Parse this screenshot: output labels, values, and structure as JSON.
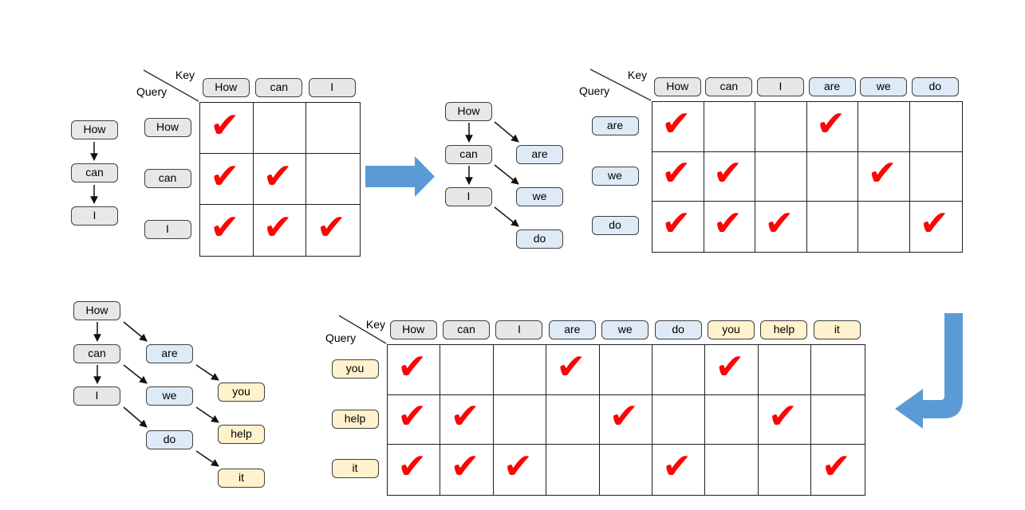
{
  "glyphs": {
    "check": "✔"
  },
  "colors": {
    "prompt_token_fill": "#E8E7E7",
    "step1_token_fill": "#DEEBF7",
    "step2_token_fill": "#FFF2CC",
    "token_border": "#3F3F3F",
    "check_red": "#FB0505",
    "flow_arrow_blue": "#5B9BD5",
    "grid_line": "#1F1F1F"
  },
  "axis": {
    "key": "Key",
    "query": "Query"
  },
  "tokens": {
    "how": "How",
    "can": "can",
    "i": "I",
    "are": "are",
    "we": "we",
    "do": "do",
    "you": "you",
    "help": "help",
    "it": "it"
  },
  "matrices": [
    {
      "name": "prompt-self-attention",
      "keys": [
        {
          "label": "How",
          "color": "gray"
        },
        {
          "label": "can",
          "color": "gray"
        },
        {
          "label": "I",
          "color": "gray"
        }
      ],
      "queries": [
        {
          "label": "How",
          "color": "gray"
        },
        {
          "label": "can",
          "color": "gray"
        },
        {
          "label": "I",
          "color": "gray"
        }
      ],
      "checks": [
        [
          1,
          0,
          0
        ],
        [
          1,
          1,
          0
        ],
        [
          1,
          1,
          1
        ]
      ]
    },
    {
      "name": "step1-attention",
      "keys": [
        {
          "label": "How",
          "color": "gray"
        },
        {
          "label": "can",
          "color": "gray"
        },
        {
          "label": "I",
          "color": "gray"
        },
        {
          "label": "are",
          "color": "blue"
        },
        {
          "label": "we",
          "color": "blue"
        },
        {
          "label": "do",
          "color": "blue"
        }
      ],
      "queries": [
        {
          "label": "are",
          "color": "blue"
        },
        {
          "label": "we",
          "color": "blue"
        },
        {
          "label": "do",
          "color": "blue"
        }
      ],
      "checks": [
        [
          1,
          0,
          0,
          1,
          0,
          0
        ],
        [
          1,
          1,
          0,
          0,
          1,
          0
        ],
        [
          1,
          1,
          1,
          0,
          0,
          1
        ]
      ]
    },
    {
      "name": "step2-attention",
      "keys": [
        {
          "label": "How",
          "color": "gray"
        },
        {
          "label": "can",
          "color": "gray"
        },
        {
          "label": "I",
          "color": "gray"
        },
        {
          "label": "are",
          "color": "blue"
        },
        {
          "label": "we",
          "color": "blue"
        },
        {
          "label": "do",
          "color": "blue"
        },
        {
          "label": "you",
          "color": "yellow"
        },
        {
          "label": "help",
          "color": "yellow"
        },
        {
          "label": "it",
          "color": "yellow"
        }
      ],
      "queries": [
        {
          "label": "you",
          "color": "yellow"
        },
        {
          "label": "help",
          "color": "yellow"
        },
        {
          "label": "it",
          "color": "yellow"
        }
      ],
      "checks": [
        [
          1,
          0,
          0,
          1,
          0,
          0,
          1,
          0,
          0
        ],
        [
          1,
          1,
          0,
          0,
          1,
          0,
          0,
          1,
          0
        ],
        [
          1,
          1,
          1,
          0,
          0,
          1,
          0,
          0,
          1
        ]
      ]
    }
  ]
}
